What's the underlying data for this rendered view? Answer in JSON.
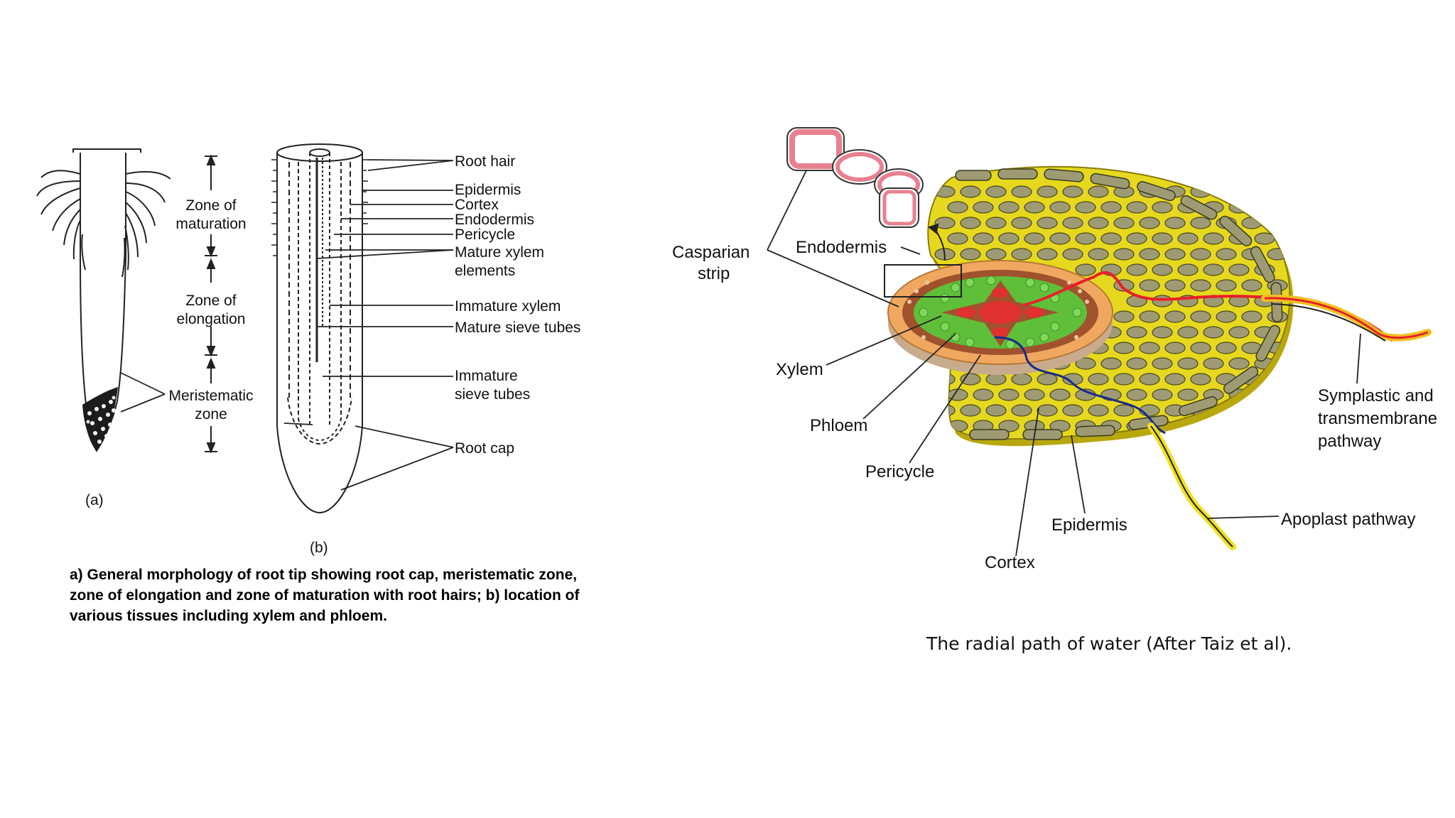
{
  "left_figure": {
    "panel_a_label": "(a)",
    "panel_b_label": "(b)",
    "zones": {
      "maturation": [
        "Zone of",
        "maturation"
      ],
      "elongation": [
        "Zone of",
        "elongation"
      ],
      "meristematic": [
        "Meristematic",
        "zone"
      ]
    },
    "labels": {
      "root_hair": "Root hair",
      "epidermis": "Epidermis",
      "cortex": "Cortex",
      "endodermis": "Endodermis",
      "pericycle": "Pericycle",
      "mature_xylem_1": "Mature xylem",
      "mature_xylem_2": "elements",
      "immature_xylem": "Immature xylem",
      "mature_sieve": "Mature sieve tubes",
      "immature_sieve_1": "Immature",
      "immature_sieve_2": "sieve tubes",
      "root_cap": "Root cap"
    },
    "caption": [
      "a) General morphology of root tip showing root cap, meristematic zone,",
      "zone of elongation and zone of maturation with root hairs; b) location of",
      "various tissues including xylem and phloem."
    ]
  },
  "right_figure": {
    "labels": {
      "casparian_1": "Casparian",
      "casparian_2": "strip",
      "endodermis": "Endodermis",
      "xylem": "Xylem",
      "phloem": "Phloem",
      "pericycle": "Pericycle",
      "cortex": "Cortex",
      "epidermis": "Epidermis",
      "symplastic_1": "Symplastic and",
      "symplastic_2": "transmembrane",
      "symplastic_3": "pathway",
      "apoplast": "Apoplast pathway"
    },
    "caption": "The radial path of water (After Taiz et al)."
  },
  "colors": {
    "cortex_yellow": "#e6d81e",
    "cell_gray": "#9e9a74",
    "stele_brown": "#a0522d",
    "phloem_green": "#5fbf3a",
    "xylem_red": "#e03030",
    "pericycle_orange": "#f0a860",
    "symplast_red": "#e8202a",
    "apoplast_navy": "#1a2a8a"
  }
}
